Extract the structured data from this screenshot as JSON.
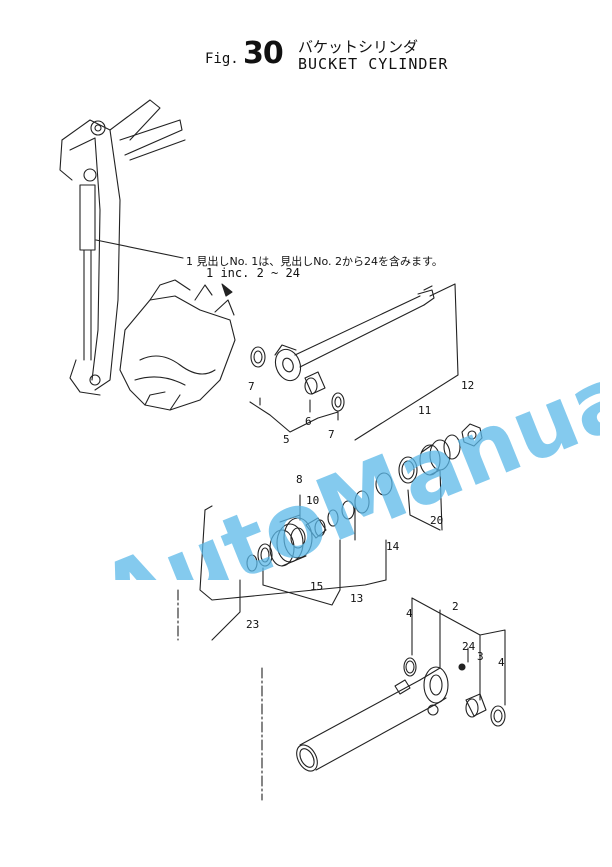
{
  "header": {
    "fig_prefix": "Fig.",
    "fig_number": "30",
    "title_jp": "バケットシリンダ",
    "title_en": "BUCKET CYLINDER"
  },
  "note": {
    "line1": "1 見出しNo. 1は、見出しNo. 2から24を含みます。",
    "line2": "1 inc. 2 ~ 24"
  },
  "callouts": [
    "7",
    "6",
    "7",
    "5",
    "12",
    "11",
    "8",
    "10",
    "20",
    "14",
    "15",
    "13",
    "23",
    "2",
    "4",
    "24",
    "3",
    "4"
  ],
  "watermark": {
    "text": "AutoManual",
    "color": "#5bb8e8"
  }
}
